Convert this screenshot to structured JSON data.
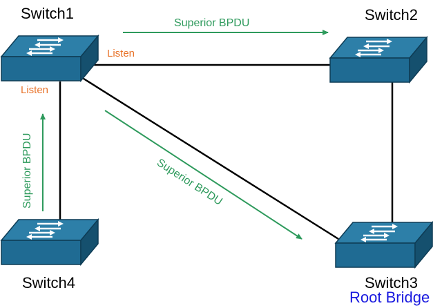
{
  "switches": {
    "sw1": {
      "name": "Switch1"
    },
    "sw2": {
      "name": "Switch2"
    },
    "sw3": {
      "name": "Switch3",
      "role": "Root Bridge"
    },
    "sw4": {
      "name": "Switch4"
    }
  },
  "port_states": {
    "sw1_to_sw2": "Listen",
    "sw1_to_sw4": "Listen"
  },
  "bpdu_messages": {
    "sw2_to_sw1": "Superior BPDU",
    "sw4_to_sw1": "Superior BPDU",
    "sw1_to_sw3": "Superior BPDU"
  },
  "colors": {
    "switch_top": "#2d7fa8",
    "switch_front": "#1f6b93",
    "switch_side": "#15506e",
    "switch_edge": "#0e3c55",
    "link": "#000000",
    "bpdu": "#2e9a5c",
    "listen": "#e8732a",
    "root": "#1a1adf"
  }
}
